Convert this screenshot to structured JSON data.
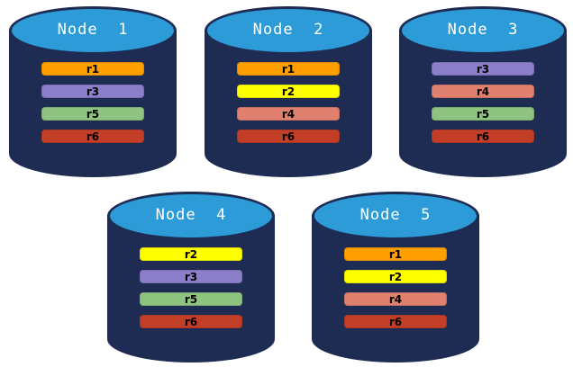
{
  "colors": {
    "cylinder_body": "#1e2c54",
    "cylinder_top": "#2c9bd7",
    "title_text": "#ffffff",
    "bar_text": "#000000"
  },
  "replica_colors": {
    "r1": "#ffa000",
    "r2": "#ffff00",
    "r3": "#8c7fc9",
    "r4": "#e0806f",
    "r5": "#8ec47f",
    "r6": "#c33e27"
  },
  "nodes": [
    {
      "label": "Node  1",
      "replicas": [
        "r1",
        "r3",
        "r5",
        "r6"
      ]
    },
    {
      "label": "Node  2",
      "replicas": [
        "r1",
        "r2",
        "r4",
        "r6"
      ]
    },
    {
      "label": "Node  3",
      "replicas": [
        "r3",
        "r4",
        "r5",
        "r6"
      ]
    },
    {
      "label": "Node  4",
      "replicas": [
        "r2",
        "r3",
        "r5",
        "r6"
      ]
    },
    {
      "label": "Node  5",
      "replicas": [
        "r1",
        "r2",
        "r4",
        "r6"
      ]
    }
  ]
}
